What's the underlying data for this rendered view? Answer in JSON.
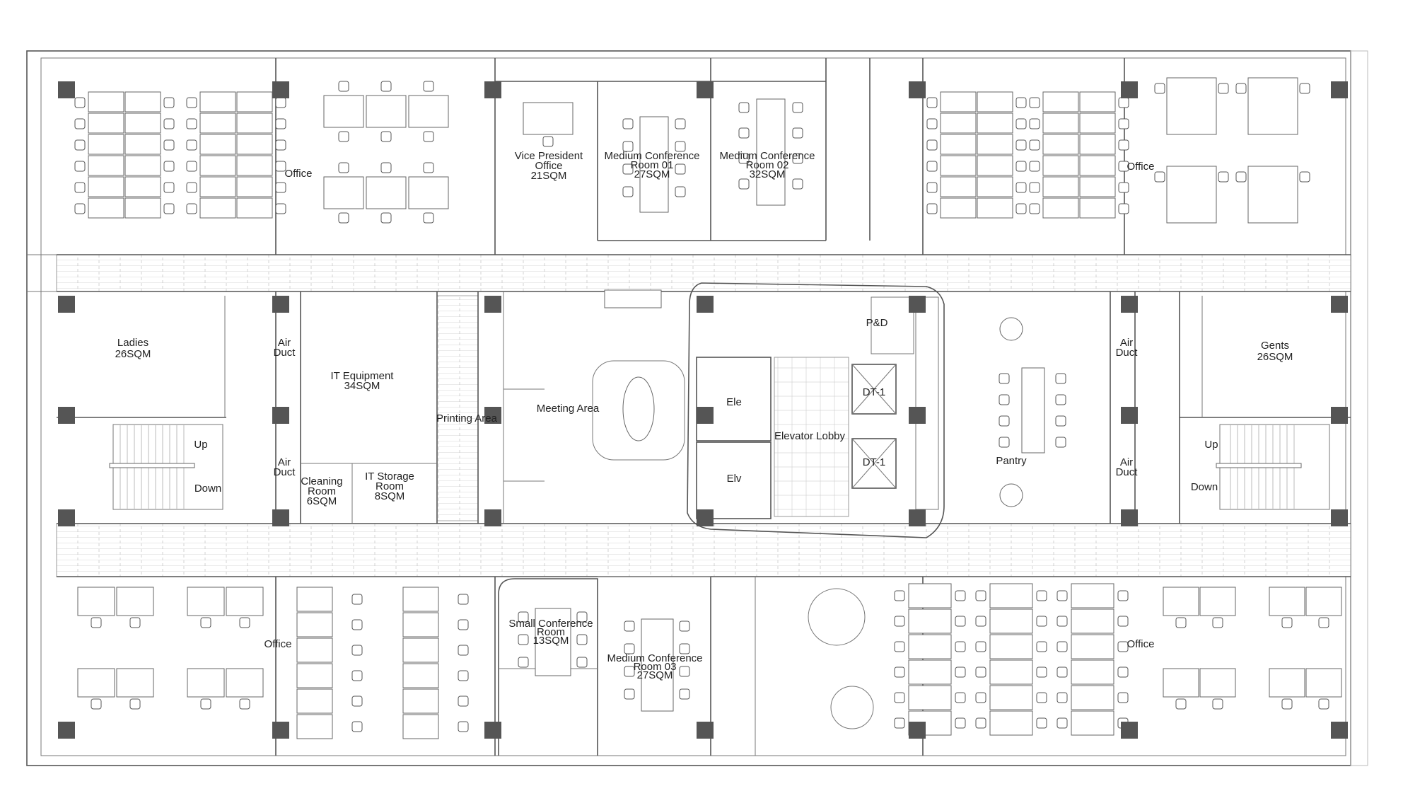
{
  "plan": {
    "rooms": [
      {
        "id": "office-nw",
        "label_lines": [
          "Office"
        ]
      },
      {
        "id": "vp-office",
        "label_lines": [
          "Vice President",
          "Office",
          "21SQM"
        ]
      },
      {
        "id": "conf-01",
        "label_lines": [
          "Medium Conference",
          "Room 01",
          "27SQM"
        ]
      },
      {
        "id": "conf-02",
        "label_lines": [
          "Medium Conference",
          "Room 02",
          "32SQM"
        ]
      },
      {
        "id": "office-ne",
        "label_lines": [
          "Office"
        ]
      },
      {
        "id": "ladies",
        "label_lines": [
          "Ladies",
          "26SQM"
        ]
      },
      {
        "id": "air-duct-1",
        "label_lines": [
          "Air",
          "Duct"
        ]
      },
      {
        "id": "air-duct-2",
        "label_lines": [
          "Air",
          "Duct"
        ]
      },
      {
        "id": "it-equipment",
        "label_lines": [
          "IT Equipment",
          "34SQM"
        ]
      },
      {
        "id": "cleaning-room",
        "label_lines": [
          "Cleaning",
          "Room",
          "6SQM"
        ]
      },
      {
        "id": "it-storage",
        "label_lines": [
          "IT Storage",
          "Room",
          "8SQM"
        ]
      },
      {
        "id": "printing-area",
        "label_lines": [
          "Printing Area"
        ]
      },
      {
        "id": "meeting-area",
        "label_lines": [
          "Meeting Area"
        ]
      },
      {
        "id": "ele",
        "label_lines": [
          "Ele"
        ]
      },
      {
        "id": "elv",
        "label_lines": [
          "Elv"
        ]
      },
      {
        "id": "elevator-lobby",
        "label_lines": [
          "Elevator Lobby"
        ]
      },
      {
        "id": "dt1-top",
        "label_lines": [
          "DT-1"
        ]
      },
      {
        "id": "dt1-bottom",
        "label_lines": [
          "DT-1"
        ]
      },
      {
        "id": "pd",
        "label_lines": [
          "P&D"
        ]
      },
      {
        "id": "pantry",
        "label_lines": [
          "Pantry"
        ]
      },
      {
        "id": "air-duct-3",
        "label_lines": [
          "Air",
          "Duct"
        ]
      },
      {
        "id": "air-duct-4",
        "label_lines": [
          "Air",
          "Duct"
        ]
      },
      {
        "id": "gents",
        "label_lines": [
          "Gents",
          "26SQM"
        ]
      },
      {
        "id": "stair-up-left",
        "label_lines": [
          "Up"
        ]
      },
      {
        "id": "stair-down-left",
        "label_lines": [
          "Down"
        ]
      },
      {
        "id": "stair-up-right",
        "label_lines": [
          "Up"
        ]
      },
      {
        "id": "stair-down-right",
        "label_lines": [
          "Down"
        ]
      },
      {
        "id": "office-sw",
        "label_lines": [
          "Office"
        ]
      },
      {
        "id": "small-conf",
        "label_lines": [
          "Small Conference",
          "Room",
          "13SQM"
        ]
      },
      {
        "id": "conf-03",
        "label_lines": [
          "Medium Conference",
          "Room 03",
          "27SQM"
        ]
      },
      {
        "id": "office-se",
        "label_lines": [
          "Office"
        ]
      }
    ]
  }
}
